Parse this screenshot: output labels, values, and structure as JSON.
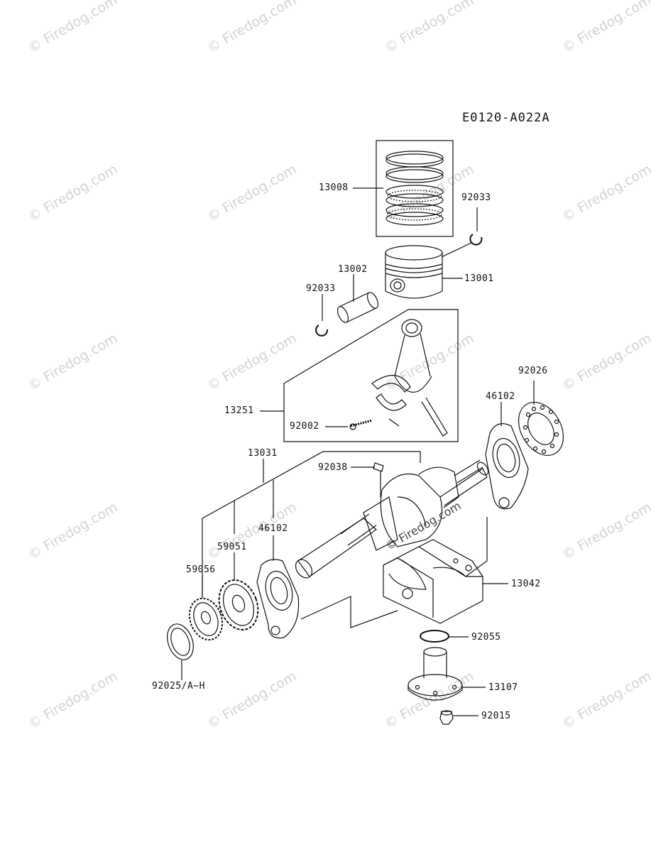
{
  "diagram_code": "E0120-A022A",
  "watermark": "© Firedog.com",
  "watermark_center": "© Firedog.com",
  "parts": {
    "p13008": "13008",
    "p92033_top": "92033",
    "p13002": "13002",
    "p13001": "13001",
    "p92033_left": "92033",
    "p13251": "13251",
    "p92002": "92002",
    "p92026": "92026",
    "p46102_right": "46102",
    "p13031": "13031",
    "p92038": "92038",
    "p46102_left": "46102",
    "p59051": "59051",
    "p59056": "59056",
    "p13042": "13042",
    "p92055": "92055",
    "p13107": "13107",
    "p92025": "92025/A~H",
    "p92015": "92015"
  }
}
